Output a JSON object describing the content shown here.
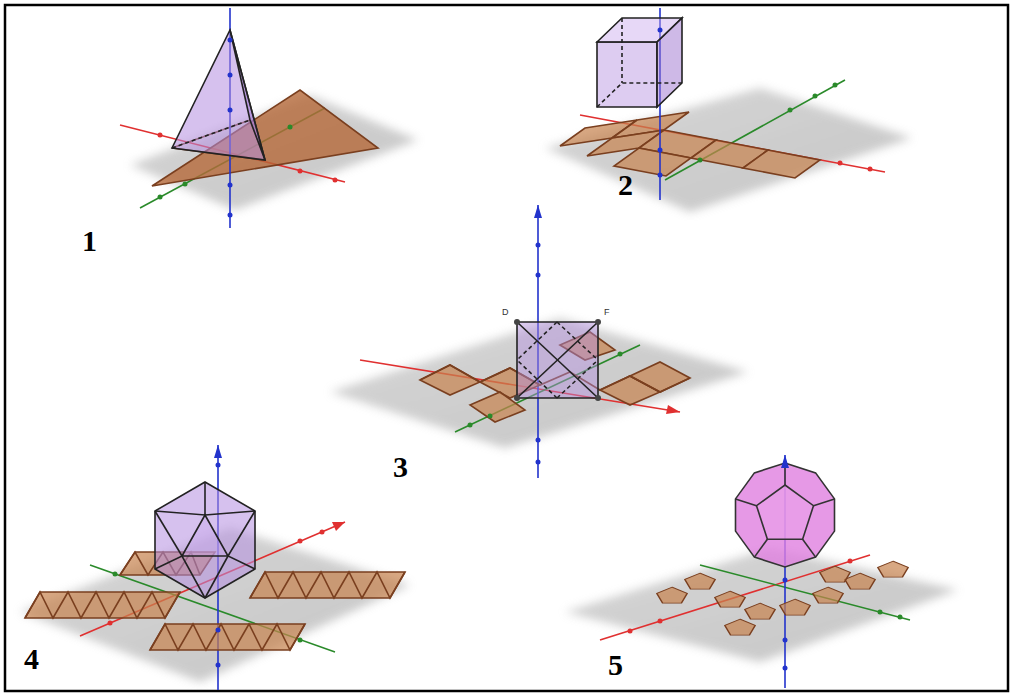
{
  "diagram": {
    "labels": [
      "1",
      "2",
      "3",
      "4",
      "5",
      "D",
      "F"
    ]
  }
}
